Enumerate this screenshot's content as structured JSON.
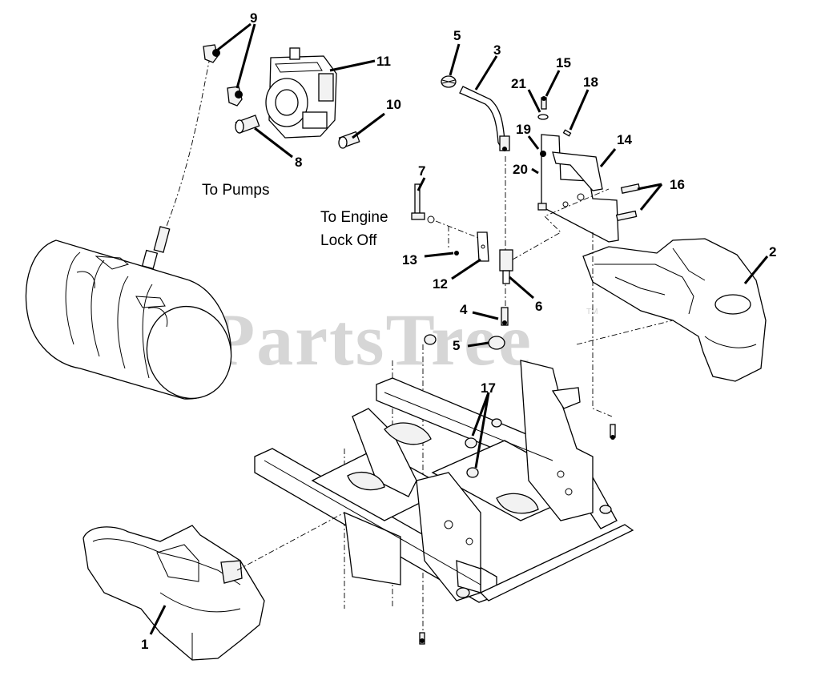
{
  "watermark": {
    "text": "PartsTree",
    "trademark": "TM"
  },
  "notes": {
    "to_pumps": "To Pumps",
    "to_engine_line1": "To Engine",
    "to_engine_line2": "Lock Off"
  },
  "callouts": {
    "c1": "1",
    "c2": "2",
    "c3": "3",
    "c4": "4",
    "c5a": "5",
    "c5b": "5",
    "c6": "6",
    "c7": "7",
    "c8": "8",
    "c9": "9",
    "c10": "10",
    "c11": "11",
    "c12": "12",
    "c13": "13",
    "c14": "14",
    "c15": "15",
    "c16": "16",
    "c17": "17",
    "c18": "18",
    "c19": "19",
    "c20": "20",
    "c21": "21"
  }
}
